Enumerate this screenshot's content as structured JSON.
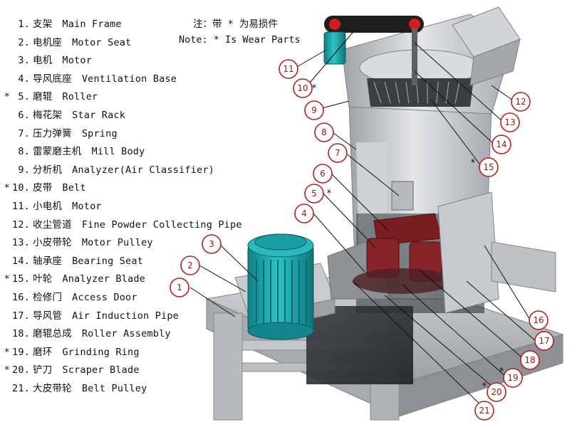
{
  "note": {
    "zh": "注：带 * 为易损件",
    "en": "Note: * Is Wear Parts"
  },
  "parts": [
    {
      "num": "1.",
      "zh": "支架",
      "en": "Main Frame",
      "wear": false
    },
    {
      "num": "2.",
      "zh": "电机座",
      "en": "Motor Seat",
      "wear": false
    },
    {
      "num": "3.",
      "zh": "电机",
      "en": "Motor",
      "wear": false
    },
    {
      "num": "4.",
      "zh": "导风底座",
      "en": "Ventilation Base",
      "wear": false
    },
    {
      "num": "5.",
      "zh": "磨辊",
      "en": "Roller",
      "wear": true
    },
    {
      "num": "6.",
      "zh": "梅花架",
      "en": "Star Rack",
      "wear": false
    },
    {
      "num": "7.",
      "zh": "压力弹簧",
      "en": "Spring",
      "wear": false
    },
    {
      "num": "8.",
      "zh": "雷蒙磨主机",
      "en": "Mill Body",
      "wear": false
    },
    {
      "num": "9.",
      "zh": "分析机",
      "en": "Analyzer(Air Classifier)",
      "wear": false
    },
    {
      "num": "10.",
      "zh": "皮带",
      "en": "Belt",
      "wear": true
    },
    {
      "num": "11.",
      "zh": "小电机",
      "en": "Motor",
      "wear": false
    },
    {
      "num": "12.",
      "zh": "收尘管道",
      "en": "Fine Powder Collecting Pipe",
      "wear": false
    },
    {
      "num": "13.",
      "zh": "小皮带轮",
      "en": "Motor Pulley",
      "wear": false
    },
    {
      "num": "14.",
      "zh": "轴承座",
      "en": "Bearing Seat",
      "wear": false
    },
    {
      "num": "15.",
      "zh": "叶轮",
      "en": "Analyzer Blade",
      "wear": true
    },
    {
      "num": "16.",
      "zh": "检修门",
      "en": "Access Door",
      "wear": false
    },
    {
      "num": "17.",
      "zh": "导风管",
      "en": "Air Induction Pipe",
      "wear": false
    },
    {
      "num": "18.",
      "zh": "磨辊总成",
      "en": "Roller Assembly",
      "wear": false
    },
    {
      "num": "19.",
      "zh": "磨环",
      "en": "Grinding Ring",
      "wear": true
    },
    {
      "num": "20.",
      "zh": "铲刀",
      "en": "Scraper Blade",
      "wear": true
    },
    {
      "num": "21.",
      "zh": "大皮带轮",
      "en": "Belt Pulley",
      "wear": false
    }
  ],
  "wear_marker": "*",
  "callouts": [
    {
      "label": "1",
      "wear": false
    },
    {
      "label": "2",
      "wear": false
    },
    {
      "label": "3",
      "wear": false
    },
    {
      "label": "4",
      "wear": false
    },
    {
      "label": "5",
      "wear": true
    },
    {
      "label": "6",
      "wear": false
    },
    {
      "label": "7",
      "wear": false
    },
    {
      "label": "8",
      "wear": false
    },
    {
      "label": "9",
      "wear": false
    },
    {
      "label": "10",
      "wear": true
    },
    {
      "label": "11",
      "wear": false
    },
    {
      "label": "12",
      "wear": false
    },
    {
      "label": "13",
      "wear": false
    },
    {
      "label": "14",
      "wear": false
    },
    {
      "label": "15",
      "wear": true
    },
    {
      "label": "16",
      "wear": false
    },
    {
      "label": "17",
      "wear": false
    },
    {
      "label": "18",
      "wear": false
    },
    {
      "label": "19",
      "wear": true
    },
    {
      "label": "20",
      "wear": true
    },
    {
      "label": "21",
      "wear": false
    }
  ],
  "colors": {
    "callout_border": "#b51f1f",
    "callout_text": "#a01818",
    "motor_teal": "#1aa8ad",
    "frame_grey": "#b9bcbf",
    "belt_dark": "#1e1e1e",
    "inner_red": "#7a1e22"
  }
}
